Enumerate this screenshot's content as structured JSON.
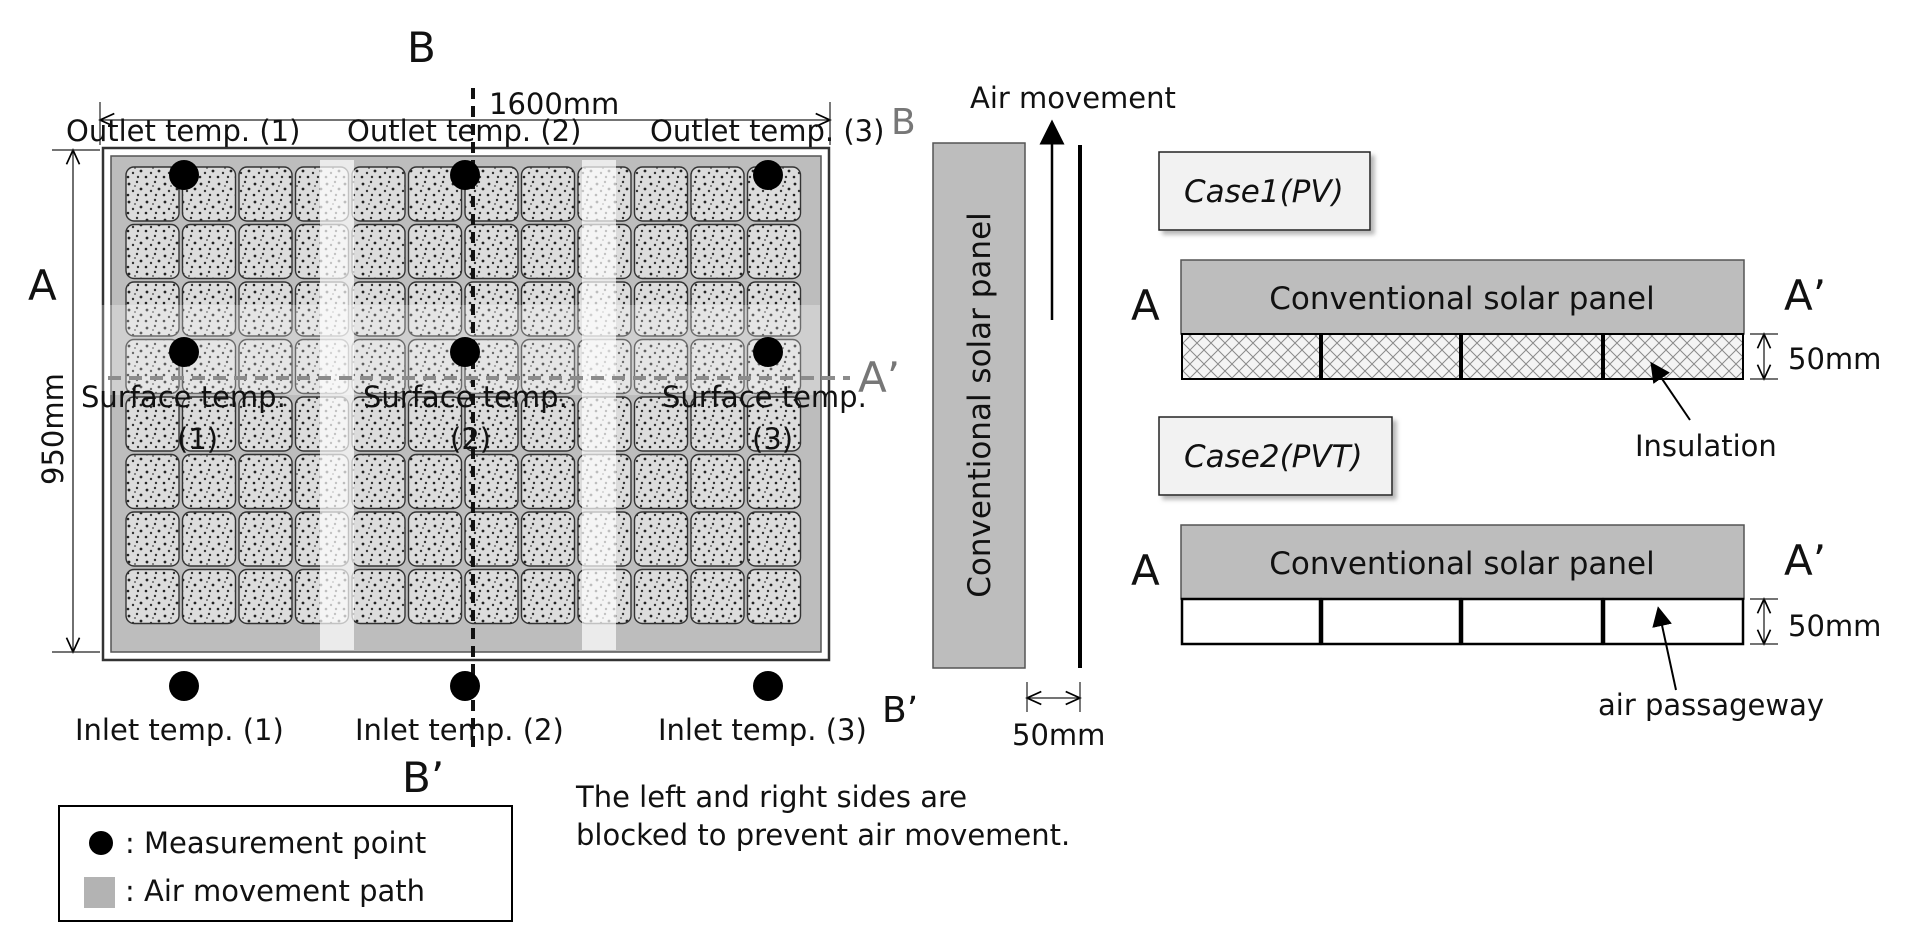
{
  "panel_view": {
    "section_b_top": "B",
    "section_b_bottom": "B’",
    "width_label": "1600mm",
    "height_label": "950mm",
    "section_a_left": "A",
    "section_a_right": "A’",
    "section_b_right_top": "B",
    "section_b_right_bottom": "B’",
    "outlet_labels": [
      "Outlet temp. (1)",
      "Outlet temp. (2)",
      "Outlet temp. (3)"
    ],
    "surface_label": "Surface temp.",
    "surface_indices": [
      "(1)",
      "(2)",
      "(3)"
    ],
    "inlet_labels": [
      "Inlet temp. (1)",
      "Inlet temp. (2)",
      "Inlet temp. (3)"
    ]
  },
  "side_view": {
    "air_movement_label": "Air movement",
    "panel_label": "Conventional solar panel",
    "gap_label": "50mm"
  },
  "legend": {
    "measurement_point": ": Measurement point",
    "air_path": ": Air movement path"
  },
  "note": {
    "line1": "The left and right sides are",
    "line2": "blocked to prevent air movement."
  },
  "cases": [
    {
      "title": "Case1(PV)",
      "panel_label": "Conventional solar panel",
      "a_left": "A",
      "a_right": "A’",
      "gap_label": "50mm",
      "layer_label": "Insulation"
    },
    {
      "title": "Case2(PVT)",
      "panel_label": "Conventional solar panel",
      "a_left": "A",
      "a_right": "A’",
      "gap_label": "50mm",
      "layer_label": "air passageway"
    }
  ],
  "colors": {
    "panel_gray": "#bdbdbd",
    "cell_fill": "#d9d9d9",
    "air_path_gray": "#b3b3b3",
    "section_line_gray": "#8c8c8c",
    "box_fill": "#f2f2f2"
  }
}
